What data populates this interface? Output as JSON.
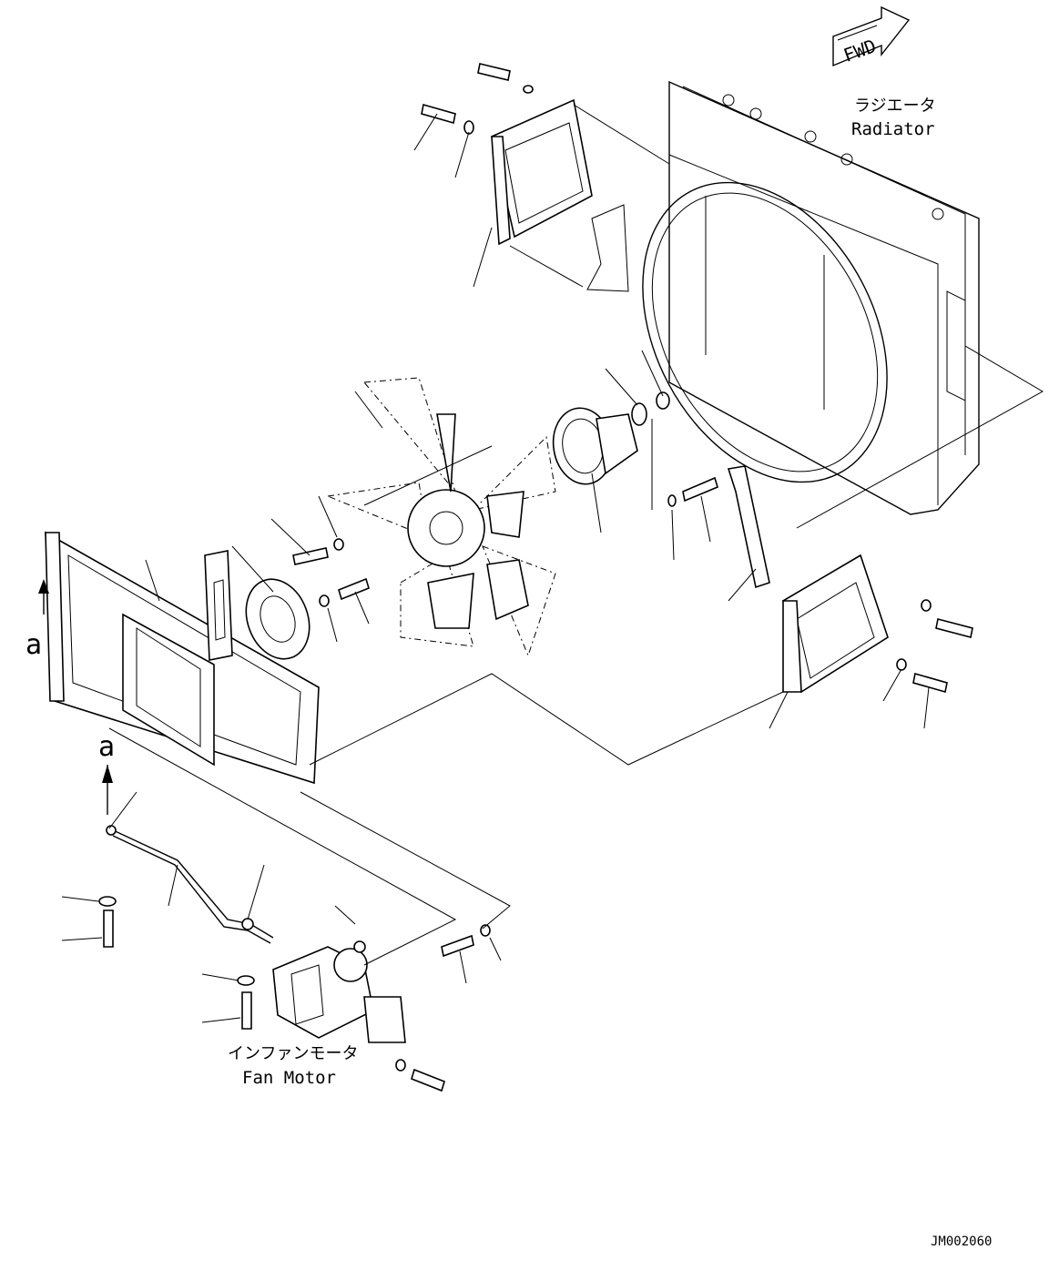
{
  "fwd_label": "FWD",
  "radiator": {
    "label_jp": "ラジエータ",
    "label_en": "Radiator"
  },
  "fan_motor": {
    "label_jp": "インファンモータ",
    "label_en": "Fan Motor"
  },
  "view_marker_top": "a",
  "view_marker_bottom": "a",
  "drawing_number": "JM002060"
}
